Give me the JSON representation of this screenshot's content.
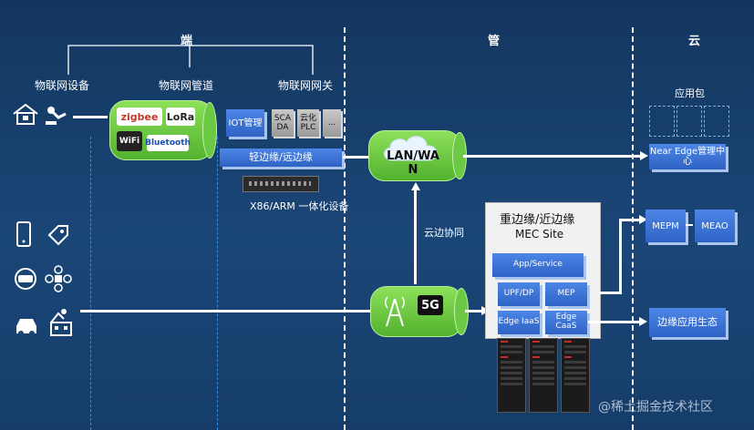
{
  "sections": {
    "edge": "端",
    "pipe": "管",
    "cloud": "云"
  },
  "groups": {
    "iot_devices": "物联网设备",
    "iot_pipe": "物联网管道",
    "iot_gateway": "物联网网关"
  },
  "protocols": [
    "zigbee",
    "LoRa",
    "WiFi",
    "Bluetooth"
  ],
  "gateway_modules": {
    "iot_mgmt": "IOT管理",
    "scada": "SCA\nDA",
    "cloud_plc": "云化\nPLC",
    "more": "..."
  },
  "light_edge": "轻边缘/远边缘",
  "device_caption": "X86/ARM 一体化设备",
  "lan_wan": "LAN/WAN",
  "five_g": "5G",
  "edge_collab": "云边协同",
  "mec": {
    "title_line1": "重边缘/近边缘",
    "title_line2": "MEC Site",
    "app_service": "App/Service",
    "upf_dp": "UPF/DP",
    "mep": "MEP",
    "edge_iaas": "Edge IaaS",
    "edge_caas": "Edge CaaS"
  },
  "cloud": {
    "app_pkg": "应用包",
    "near_edge": "Near Edge管理中心",
    "mepm": "MEPM",
    "meao": "MEAO",
    "ecosystem": "边缘应用生态"
  },
  "watermark": "@稀土掘金技术社区",
  "colors": {
    "background": "#1a4677",
    "pipe_green": "#52b22e",
    "box_blue": "#2e63c4",
    "mec_bg": "#f1f1f1"
  }
}
